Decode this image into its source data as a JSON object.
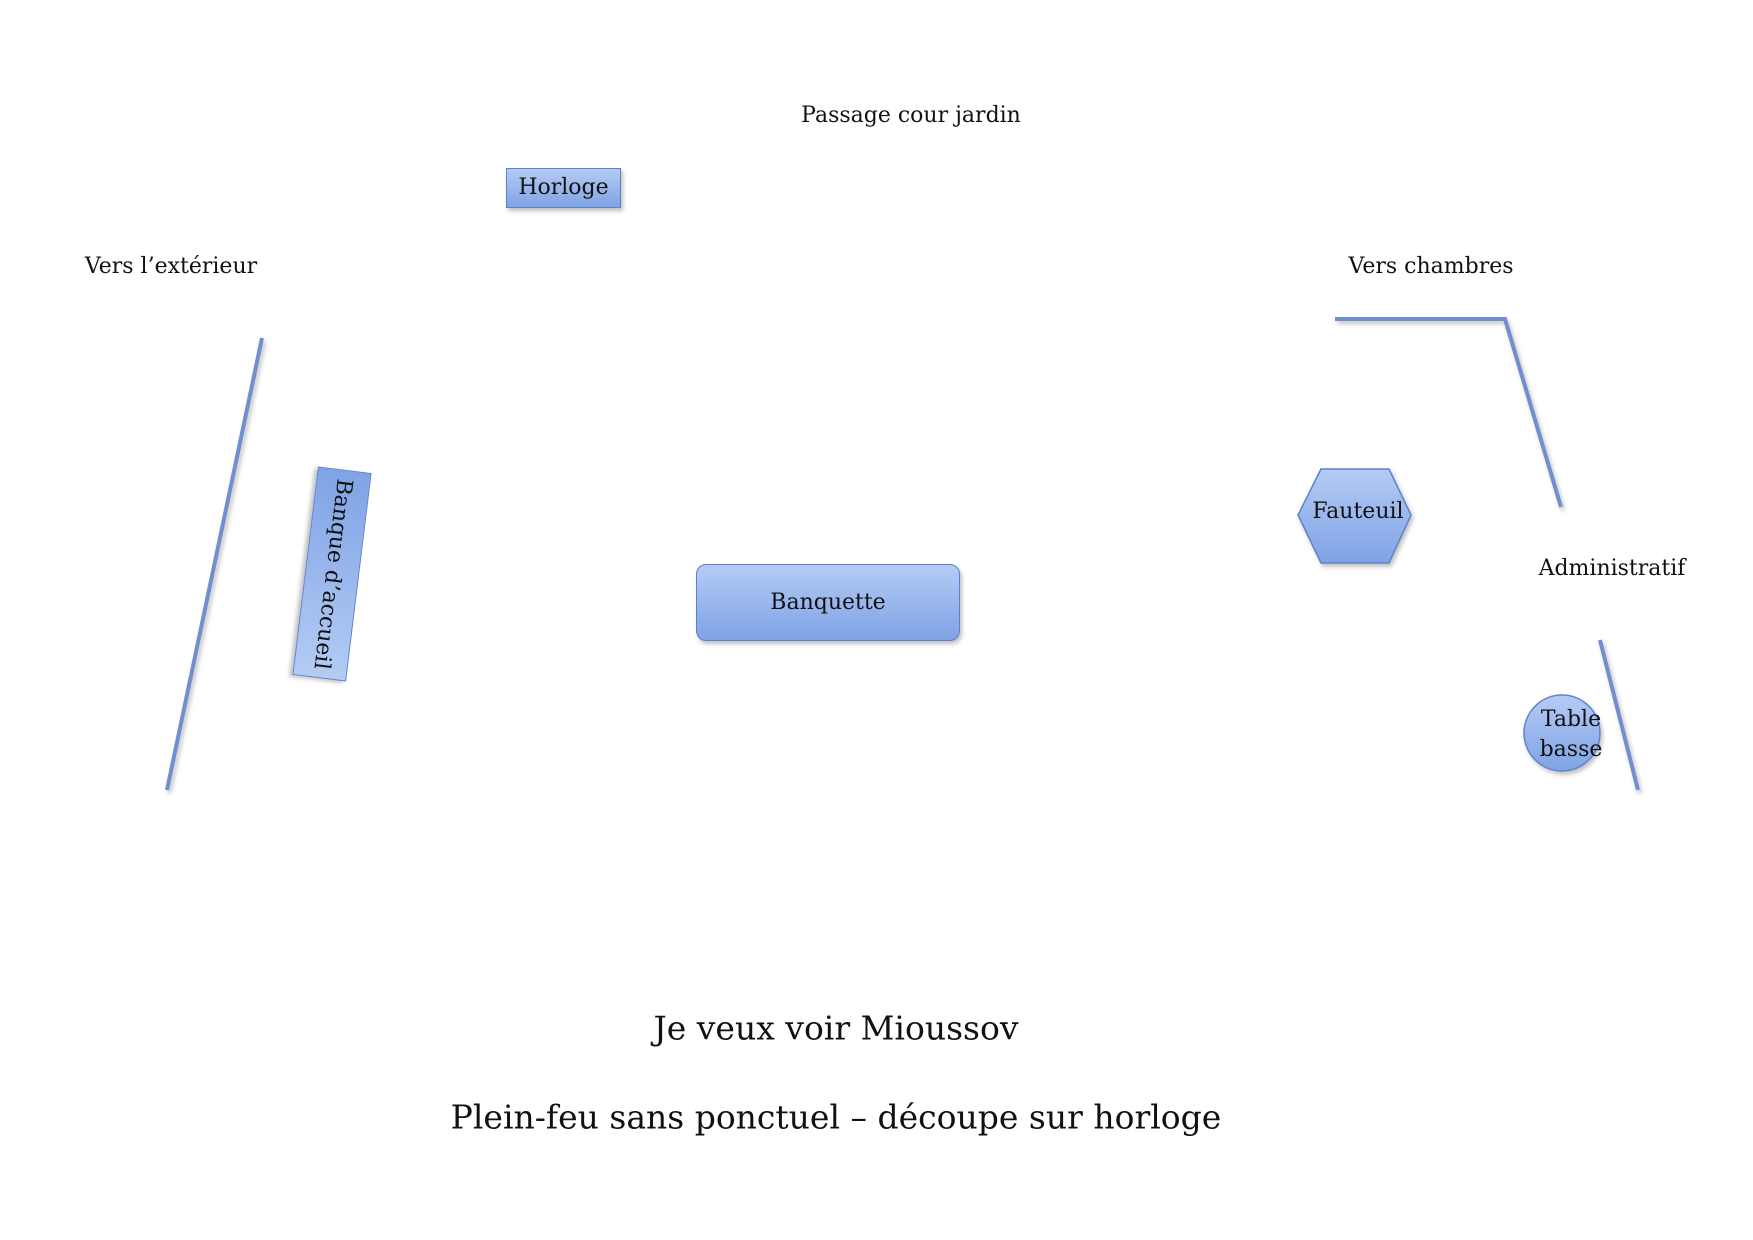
{
  "diagram": {
    "top_label": "Passage cour jardin",
    "left_label": "Vers l’extérieur",
    "right_top_label": "Vers chambres",
    "right_mid_label": "Administratif",
    "colors": {
      "wall": "#6f8fd0",
      "fill_light": "#b4cbf5",
      "fill_dark": "#7fa3e5",
      "stroke": "#5d82c9"
    },
    "objects": {
      "horloge": "Horloge",
      "banque": "Banque d’accueil",
      "banquette": "Banquette",
      "fauteuil": "Fauteuil",
      "table_line1": "Table",
      "table_line2": "basse"
    }
  },
  "captions": {
    "line1": "Je veux voir Mioussov",
    "line2": "Plein-feu sans ponctuel – découpe sur horloge"
  }
}
